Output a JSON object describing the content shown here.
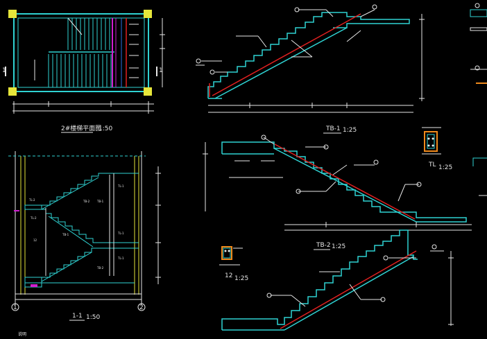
{
  "titles": {
    "plan": "2#楼梯平面图",
    "plan_scale": "1:50",
    "section": "1-1",
    "section_scale": "1:50",
    "tb1": "TB-1",
    "tb1_scale": "1:25",
    "tb2": "TB-2",
    "tb2_scale": "1:25",
    "tl": "TL",
    "tl_scale": "1:25",
    "detail_12": "12",
    "detail_12_scale": "1:25"
  },
  "grid_labels": [
    "1",
    "2"
  ],
  "side_marks": [
    "1",
    "1"
  ],
  "section_labels": [
    "TL-2",
    "TL-1",
    "TB-2",
    "TB-1",
    "TL-2",
    "TL-1",
    "TB-1",
    "TB-2",
    "TL-1",
    "12"
  ],
  "note": "说明"
}
